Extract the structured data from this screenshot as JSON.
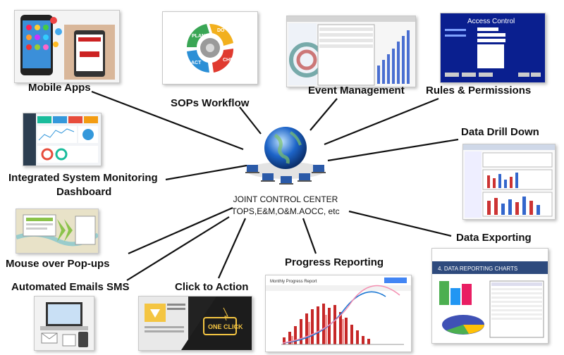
{
  "center": {
    "line1": "JOINT CONTROL CENTER",
    "line2": "TOPS,E&M,O&M.AOCC, etc"
  },
  "labels": {
    "mobile_apps": "Mobile Apps",
    "sops_workflow": "SOPs Workflow",
    "event_management": "Event Management",
    "rules_permissions": "Rules & Permissions",
    "data_drill_down": "Data Drill Down",
    "integrated_monitoring_line1": "Integrated System Monitoring",
    "integrated_monitoring_line2": "Dashboard",
    "data_exporting": "Data Exporting",
    "mouse_over_popups": "Mouse over Pop-ups",
    "progress_reporting": "Progress Reporting",
    "automated_emails": "Automated Emails SMS",
    "click_to_action": "Click to Action"
  },
  "thumbnails": {
    "sop_cycle": [
      "PLAN",
      "DO",
      "CHECK",
      "ACT"
    ],
    "access_control_title": "Access Control",
    "data_reporting_title": "4. DATA REPORTING CHARTS",
    "progress_report_title": "Monthly Progress Report",
    "one_click_text": "ONE CLICK"
  },
  "colors": {
    "plan": "#3aa655",
    "do": "#f2b01e",
    "check": "#e03a2f",
    "act": "#2b8fd6",
    "access_bg": "#0a1f8f",
    "globe": "#1d64c8"
  }
}
